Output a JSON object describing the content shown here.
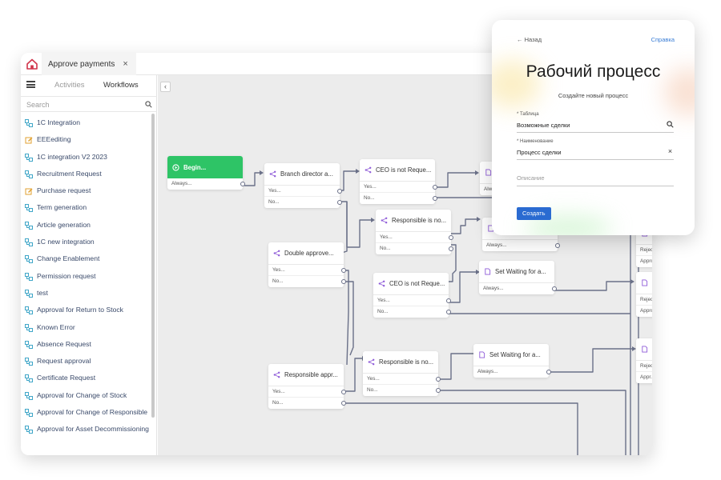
{
  "tabbar": {
    "tab_title": "Approve payments",
    "close_glyph": "×",
    "icon": "home-icon"
  },
  "sidebar": {
    "tabs": [
      "Activities",
      "Workflows"
    ],
    "search_placeholder": "Search",
    "items": [
      {
        "label": "1C Integration",
        "icon": "workflow-icon",
        "color": "#3fa6c8"
      },
      {
        "label": "EEEediting",
        "icon": "edit-icon",
        "color": "#e0a030"
      },
      {
        "label": "1C integration V2 2023",
        "icon": "workflow-icon",
        "color": "#3fa6c8"
      },
      {
        "label": "Recruitment Request",
        "icon": "workflow-icon",
        "color": "#3fa6c8"
      },
      {
        "label": "Purchase request",
        "icon": "edit-icon",
        "color": "#e0a030"
      },
      {
        "label": "Term generation",
        "icon": "workflow-icon",
        "color": "#3fa6c8"
      },
      {
        "label": "Article generation",
        "icon": "workflow-icon",
        "color": "#3fa6c8"
      },
      {
        "label": "1C new integration",
        "icon": "workflow-icon",
        "color": "#3fa6c8"
      },
      {
        "label": "Change Enablement",
        "icon": "workflow-icon",
        "color": "#3fa6c8"
      },
      {
        "label": "Permission request",
        "icon": "workflow-icon",
        "color": "#3fa6c8"
      },
      {
        "label": "test",
        "icon": "workflow-icon",
        "color": "#3fa6c8"
      },
      {
        "label": "Approval for Return to Stock",
        "icon": "workflow-icon",
        "color": "#3fa6c8"
      },
      {
        "label": "Known Error",
        "icon": "workflow-icon",
        "color": "#3fa6c8"
      },
      {
        "label": "Absence Request",
        "icon": "workflow-icon",
        "color": "#3fa6c8"
      },
      {
        "label": "Request approval",
        "icon": "workflow-icon",
        "color": "#3fa6c8"
      },
      {
        "label": "Certificate Request",
        "icon": "workflow-icon",
        "color": "#3fa6c8"
      },
      {
        "label": "Approval for Change of Stock",
        "icon": "workflow-icon",
        "color": "#3fa6c8"
      },
      {
        "label": "Approval for Change of Responsible",
        "icon": "workflow-icon",
        "color": "#3fa6c8"
      },
      {
        "label": "Approval for Asset Decommissioning",
        "icon": "workflow-icon",
        "color": "#3fa6c8"
      }
    ]
  },
  "canvas": {
    "collapse_glyph": "‹",
    "nodes": {
      "begin": {
        "title": "Begin...",
        "ports": [
          "Always..."
        ]
      },
      "branch_director": {
        "title": "Branch director a...",
        "ports": [
          "Yes...",
          "No..."
        ]
      },
      "ceo_not_required_1": {
        "title": "CEO is not Reque...",
        "ports": [
          "Yes...",
          "No..."
        ]
      },
      "set_top": {
        "title": "S...",
        "ports": [
          "Alw..."
        ]
      },
      "responsible_no_1": {
        "title": "Responsible is no...",
        "ports": [
          "Yes...",
          "No..."
        ]
      },
      "set_mid": {
        "title": "",
        "ports": [
          "Always..."
        ]
      },
      "double_approve": {
        "title": "Double approve...",
        "ports": [
          "Yes...",
          "No..."
        ]
      },
      "ceo_not_required_2": {
        "title": "CEO is not Reque...",
        "ports": [
          "Yes...",
          "No..."
        ]
      },
      "set_waiting_1": {
        "title": "Set Waiting for a...",
        "ports": [
          "Always..."
        ]
      },
      "responsible_appr": {
        "title": "Responsible appr...",
        "ports": [
          "Yes...",
          "No..."
        ]
      },
      "responsible_no_2": {
        "title": "Responsible is no...",
        "ports": [
          "Yes...",
          "No..."
        ]
      },
      "set_waiting_2": {
        "title": "Set Waiting for a...",
        "ports": [
          "Always..."
        ]
      },
      "right_reject": {
        "title": "",
        "ports": [
          "Rejec...",
          "Appro..."
        ]
      },
      "right_c": {
        "title": "C...",
        "ports": [
          "Rejec...",
          "Appro..."
        ]
      },
      "right_bottom": {
        "title": "",
        "ports": [
          "Rejec...",
          "Appr..."
        ]
      }
    }
  },
  "panel": {
    "back_label": "← Назад",
    "help_label": "Справка",
    "title": "Рабочий процесс",
    "subtitle": "Создайте новый процесс",
    "table_field": {
      "label": "* Таблица",
      "value": "Возможные сделки",
      "icon": "search-icon"
    },
    "name_field": {
      "label": "* Наименование",
      "value": "Процесс сделки",
      "icon": "close-icon",
      "clear_glyph": "×"
    },
    "description_field": {
      "placeholder": "Описание"
    },
    "create_button": "Создать",
    "accent": "#2a6bd1"
  },
  "colors": {
    "begin": "#2ec466",
    "node_icon": "#8e5ad8",
    "wire": "#6a7088",
    "home": "#d0344a"
  }
}
